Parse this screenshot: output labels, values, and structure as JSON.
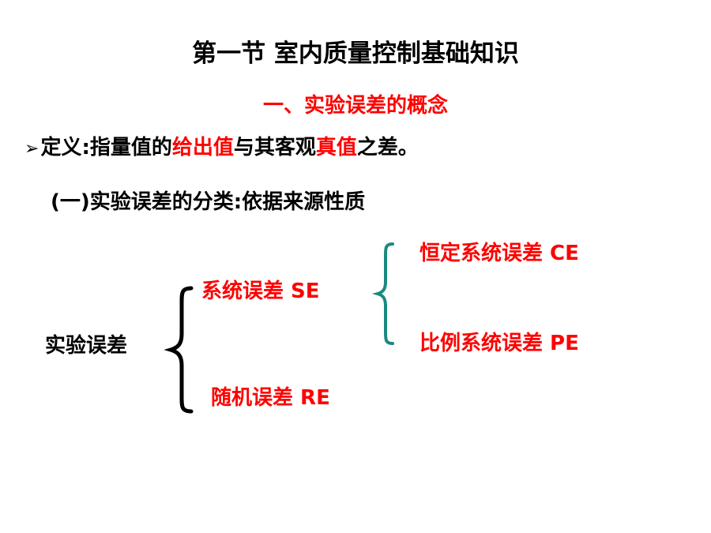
{
  "title": "第一节 室内质量控制基础知识",
  "subtitle": "一、实验误差的概念",
  "definition": {
    "bullet_icon": "arrow-bullet-icon",
    "part1": "定义:指量值的",
    "highlight1": "给出值",
    "part2": "与其客观",
    "highlight2": "真值",
    "part3": "之差。"
  },
  "classification_heading": "(一)实验误差的分类:依据来源性质",
  "tree": {
    "root": "实验误差",
    "systematic": "系统误差 SE",
    "random": "随机误差 RE",
    "constant": "恒定系统误差 CE",
    "proportional": "比例系统误差 PE"
  },
  "colors": {
    "highlight": "#ff0000",
    "brace_black": "#000000",
    "brace_teal": "#1a8a80"
  }
}
